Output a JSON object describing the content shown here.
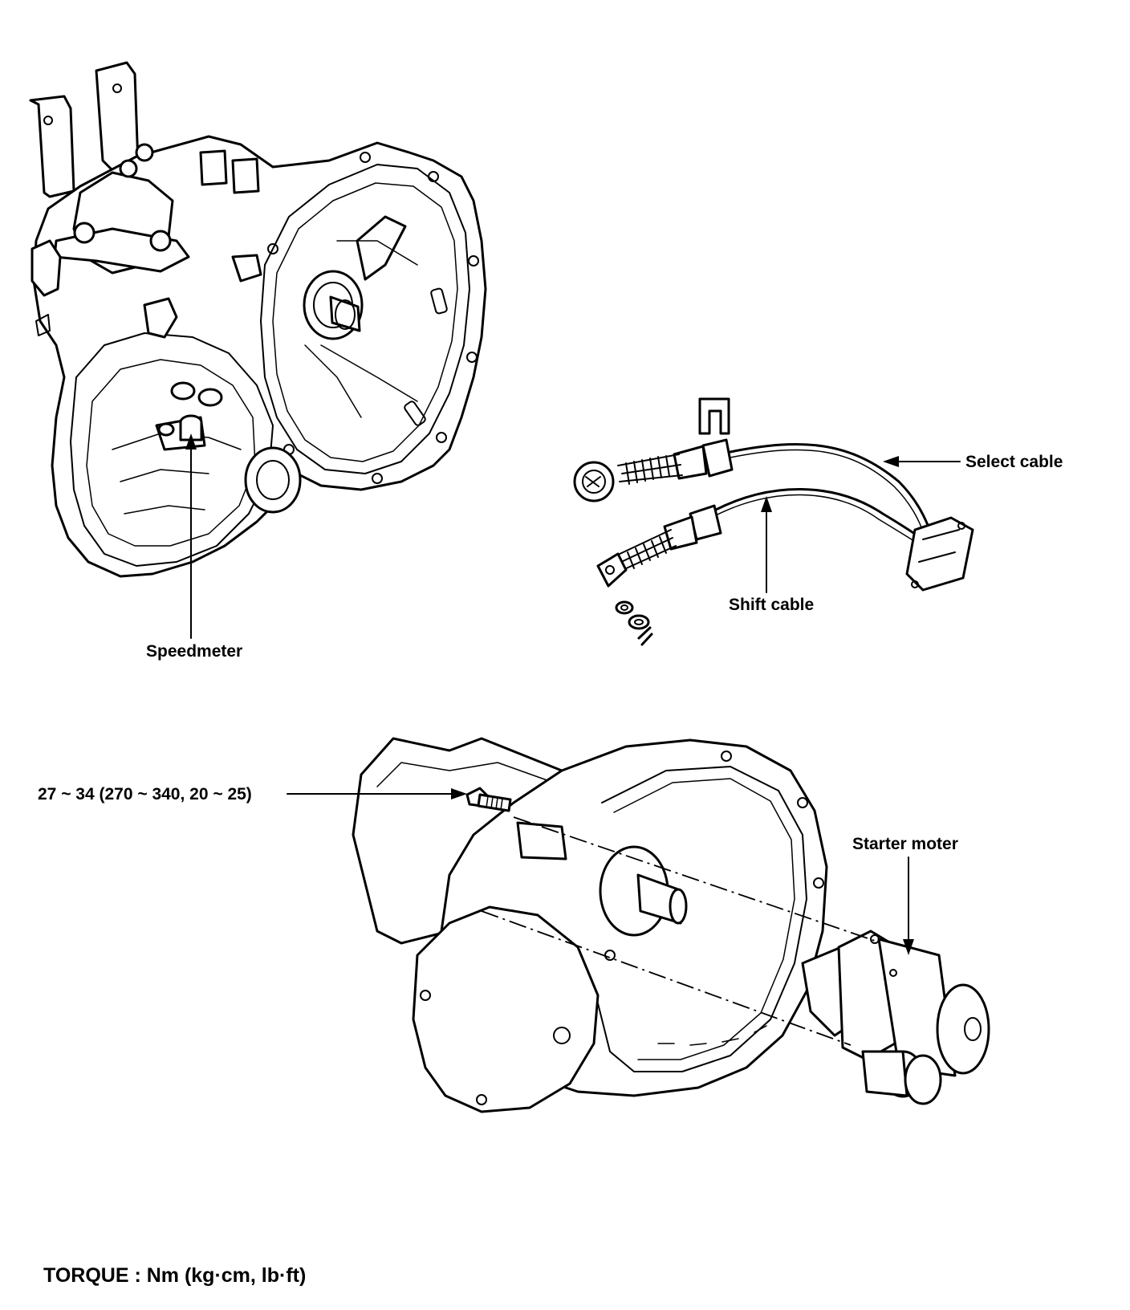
{
  "labels": {
    "speedometer": "Speedmeter",
    "select_cable": "Select cable",
    "shift_cable": "Shift cable",
    "bolt_torque": "27 ~ 34 (270 ~ 340, 20 ~ 25)",
    "starter_motor": "Starter moter"
  },
  "footer": {
    "torque_units": "TORQUE : Nm (kg·cm, lb·ft)"
  }
}
